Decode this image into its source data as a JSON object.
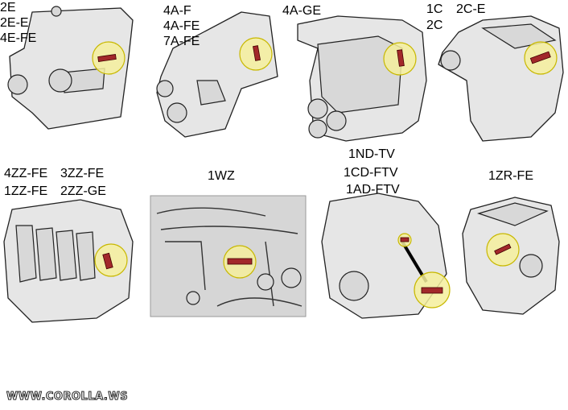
{
  "panels": [
    {
      "id": "2e",
      "labels": [
        "2E",
        "2E-E",
        "4E-FE"
      ]
    },
    {
      "id": "4a",
      "labels": [
        "4A-F",
        "4A-FE",
        "7A-FE"
      ]
    },
    {
      "id": "4age",
      "labels": [
        "4A-GE"
      ]
    },
    {
      "id": "1c",
      "labels": [
        "1C",
        "2C-E",
        "2C"
      ]
    },
    {
      "id": "zz",
      "labels": [
        "4ZZ-FE",
        "3ZZ-FE",
        "1ZZ-FE",
        "2ZZ-GE"
      ]
    },
    {
      "id": "1wz",
      "labels": [
        "1WZ"
      ]
    },
    {
      "id": "1nd",
      "labels": [
        "1ND-TV",
        "1CD-FTV",
        "1AD-FTV"
      ]
    },
    {
      "id": "1zr",
      "labels": [
        "1ZR-FE"
      ]
    }
  ],
  "watermark": "WWW.COROLLA.WS",
  "colors": {
    "highlight": "#f4ee9c",
    "plate": "#a2282a",
    "engine": "#e6e6e6"
  }
}
